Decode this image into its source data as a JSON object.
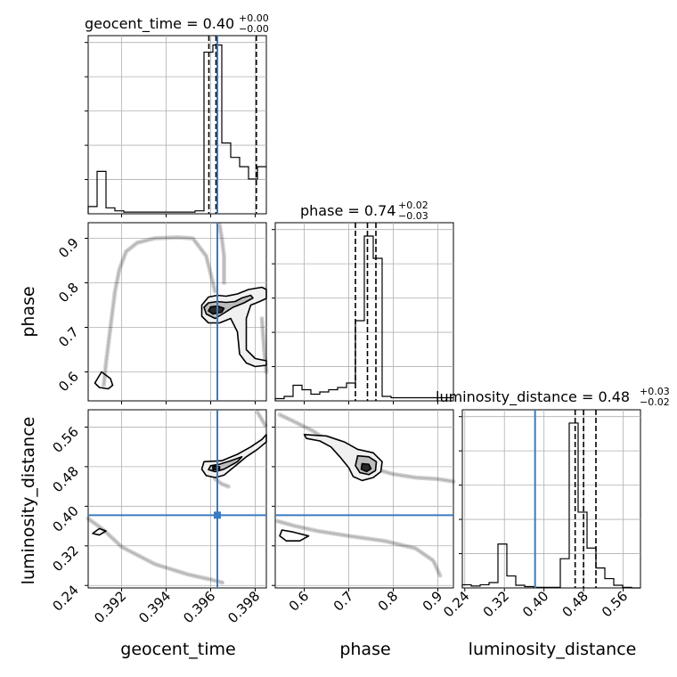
{
  "chart_data": {
    "type": "corner",
    "parameters": [
      "geocent_time",
      "phase",
      "luminosity_distance"
    ],
    "truths": {
      "geocent_time": 0.3963,
      "phase": null,
      "luminosity_distance": 0.382
    },
    "truth_color": "#3b7bbf",
    "titles": [
      {
        "param": "geocent_time",
        "text": "geocent_time = 0.40",
        "plus": "+0.00",
        "minus": "−0.00"
      },
      {
        "param": "phase",
        "text": "phase = 0.74",
        "plus": "+0.02",
        "minus": "−0.03"
      },
      {
        "param": "luminosity_distance",
        "text": "luminosity_distance = 0.48",
        "plus": "+0.03",
        "minus": "−0.02"
      }
    ],
    "axes": {
      "geocent_time": {
        "range": [
          0.3905,
          0.3985
        ],
        "ticks": [
          0.392,
          0.394,
          0.396,
          0.398
        ],
        "tick_labels": [
          "0.392",
          "0.394",
          "0.396",
          "0.398"
        ],
        "label": "geocent_time"
      },
      "phase": {
        "range": [
          0.535,
          0.935
        ],
        "ticks": [
          0.6,
          0.7,
          0.8,
          0.9
        ],
        "tick_labels": [
          "0.6",
          "0.7",
          "0.8",
          "0.9"
        ],
        "label": "phase"
      },
      "luminosity_distance": {
        "range": [
          0.235,
          0.595
        ],
        "ticks": [
          0.24,
          0.32,
          0.4,
          0.48,
          0.56
        ],
        "tick_labels": [
          "0.24",
          "0.32",
          "0.40",
          "0.48",
          "0.56"
        ],
        "label": "luminosity_distance"
      }
    },
    "histograms": [
      {
        "param": "geocent_time",
        "bin_edges": [
          0.3905,
          0.3909,
          0.3913,
          0.3917,
          0.3921,
          0.3925,
          0.3929,
          0.3933,
          0.3937,
          0.3941,
          0.3945,
          0.3949,
          0.3953,
          0.3957,
          0.3961,
          0.3965,
          0.3969,
          0.3973,
          0.3977,
          0.3981,
          0.3985
        ],
        "counts": [
          0.17,
          1.0,
          0.14,
          0.07,
          0.04,
          0.04,
          0.04,
          0.04,
          0.04,
          0.04,
          0.04,
          0.04,
          0.07,
          3.81,
          3.98,
          1.67,
          1.33,
          1.11,
          0.82,
          1.11
        ],
        "ylim": [
          0,
          4.2
        ],
        "quantiles": [
          0.39592,
          0.39624,
          0.39805
        ]
      },
      {
        "param": "phase",
        "bin_edges": [
          0.535,
          0.555,
          0.575,
          0.595,
          0.615,
          0.635,
          0.655,
          0.675,
          0.695,
          0.715,
          0.735,
          0.755,
          0.775,
          0.795,
          0.815,
          0.835,
          0.855,
          0.875,
          0.895,
          0.915,
          0.935
        ],
        "counts": [
          0.05,
          0.1,
          0.35,
          0.25,
          0.15,
          0.2,
          0.25,
          0.3,
          0.4,
          1.8,
          3.7,
          3.2,
          0.1,
          0.07,
          0.07,
          0.07,
          0.07,
          0.07,
          0.07,
          0.07
        ],
        "ylim": [
          0,
          4.0
        ],
        "quantiles": [
          0.715,
          0.742,
          0.761
        ]
      },
      {
        "param": "luminosity_distance",
        "bin_edges": [
          0.235,
          0.253,
          0.271,
          0.289,
          0.307,
          0.325,
          0.343,
          0.361,
          0.379,
          0.397,
          0.415,
          0.433,
          0.451,
          0.469,
          0.487,
          0.505,
          0.523,
          0.541,
          0.559,
          0.577,
          0.595
        ],
        "counts": [
          0.12,
          0.07,
          0.12,
          0.2,
          1.65,
          0.45,
          0.1,
          0.05,
          0.02,
          0.02,
          0.02,
          1.1,
          6.2,
          2.85,
          1.5,
          0.75,
          0.35,
          0.1,
          0.02,
          0.0
        ],
        "ylim": [
          0,
          6.7
        ],
        "quantiles": [
          0.463,
          0.48,
          0.505
        ]
      }
    ],
    "scatter_traces": [
      {
        "pair": [
          "geocent_time",
          "phase"
        ],
        "paths": [
          [
            [
              0.3912,
              0.57
            ],
            [
              0.3913,
              0.62
            ],
            [
              0.3915,
              0.7
            ],
            [
              0.3917,
              0.78
            ],
            [
              0.3919,
              0.83
            ],
            [
              0.3922,
              0.87
            ],
            [
              0.3927,
              0.89
            ],
            [
              0.3935,
              0.9
            ],
            [
              0.3945,
              0.902
            ],
            [
              0.3952,
              0.9
            ],
            [
              0.3958,
              0.86
            ],
            [
              0.396,
              0.82
            ],
            [
              0.3962,
              0.78
            ]
          ],
          [
            [
              0.3964,
              0.93
            ],
            [
              0.3965,
              0.9
            ],
            [
              0.3966,
              0.86
            ],
            [
              0.3966,
              0.8
            ]
          ],
          [
            [
              0.3983,
              0.72
            ],
            [
              0.3984,
              0.65
            ],
            [
              0.3985,
              0.6
            ]
          ]
        ]
      },
      {
        "pair": [
          "geocent_time",
          "luminosity_distance"
        ],
        "paths": [
          [
            [
              0.3905,
              0.375
            ],
            [
              0.3912,
              0.352
            ],
            [
              0.392,
              0.318
            ],
            [
              0.3935,
              0.283
            ],
            [
              0.395,
              0.262
            ],
            [
              0.396,
              0.252
            ],
            [
              0.3966,
              0.245
            ]
          ],
          [
            [
              0.3962,
              0.455
            ],
            [
              0.3965,
              0.445
            ],
            [
              0.3968,
              0.44
            ]
          ],
          [
            [
              0.3981,
              0.59
            ],
            [
              0.3983,
              0.575
            ],
            [
              0.3985,
              0.56
            ]
          ]
        ]
      },
      {
        "pair": [
          "phase",
          "luminosity_distance"
        ],
        "paths": [
          [
            [
              0.545,
              0.585
            ],
            [
              0.58,
              0.57
            ],
            [
              0.62,
              0.552
            ],
            [
              0.66,
              0.528
            ],
            [
              0.69,
              0.505
            ],
            [
              0.72,
              0.485
            ]
          ],
          [
            [
              0.76,
              0.475
            ],
            [
              0.8,
              0.465
            ],
            [
              0.85,
              0.458
            ],
            [
              0.9,
              0.455
            ],
            [
              0.935,
              0.45
            ]
          ],
          [
            [
              0.54,
              0.37
            ],
            [
              0.58,
              0.36
            ],
            [
              0.63,
              0.35
            ],
            [
              0.7,
              0.34
            ],
            [
              0.78,
              0.33
            ],
            [
              0.85,
              0.315
            ],
            [
              0.89,
              0.29
            ],
            [
              0.905,
              0.26
            ]
          ]
        ]
      }
    ],
    "contours": [
      {
        "pair": [
          "geocent_time",
          "phase"
        ],
        "outer": [
          [
            0.3959,
            0.768
          ],
          [
            0.3963,
            0.772
          ],
          [
            0.3967,
            0.77
          ],
          [
            0.3972,
            0.775
          ],
          [
            0.3977,
            0.785
          ],
          [
            0.3983,
            0.79
          ],
          [
            0.3985,
            0.785
          ],
          [
            0.3985,
            0.765
          ],
          [
            0.3982,
            0.758
          ],
          [
            0.3978,
            0.75
          ],
          [
            0.3976,
            0.72
          ],
          [
            0.3976,
            0.65
          ],
          [
            0.398,
            0.63
          ],
          [
            0.3985,
            0.625
          ],
          [
            0.3985,
            0.615
          ],
          [
            0.398,
            0.612
          ],
          [
            0.3976,
            0.62
          ],
          [
            0.3973,
            0.64
          ],
          [
            0.3972,
            0.69
          ],
          [
            0.3969,
            0.72
          ],
          [
            0.3964,
            0.71
          ],
          [
            0.3959,
            0.71
          ],
          [
            0.3956,
            0.725
          ],
          [
            0.3956,
            0.75
          ]
        ],
        "inner": [
          [
            0.3959,
            0.755
          ],
          [
            0.3963,
            0.758
          ],
          [
            0.3967,
            0.756
          ],
          [
            0.3971,
            0.758
          ],
          [
            0.3974,
            0.766
          ],
          [
            0.3978,
            0.772
          ],
          [
            0.3979,
            0.766
          ],
          [
            0.3975,
            0.755
          ],
          [
            0.397,
            0.745
          ],
          [
            0.3966,
            0.732
          ],
          [
            0.3962,
            0.72
          ],
          [
            0.3958,
            0.73
          ],
          [
            0.3957,
            0.745
          ]
        ],
        "core": [
          [
            0.396,
            0.746
          ],
          [
            0.3963,
            0.748
          ],
          [
            0.3966,
            0.743
          ],
          [
            0.3965,
            0.734
          ],
          [
            0.3961,
            0.73
          ],
          [
            0.3959,
            0.737
          ]
        ],
        "secondary": [
          [
            0.3911,
            0.6
          ],
          [
            0.3915,
            0.585
          ],
          [
            0.3916,
            0.57
          ],
          [
            0.3914,
            0.562
          ],
          [
            0.391,
            0.565
          ],
          [
            0.3908,
            0.575
          ]
        ]
      },
      {
        "pair": [
          "geocent_time",
          "luminosity_distance"
        ],
        "outer": [
          [
            0.3957,
            0.49
          ],
          [
            0.3965,
            0.492
          ],
          [
            0.3972,
            0.505
          ],
          [
            0.3978,
            0.52
          ],
          [
            0.3983,
            0.535
          ],
          [
            0.3985,
            0.545
          ],
          [
            0.3985,
            0.53
          ],
          [
            0.3981,
            0.515
          ],
          [
            0.3976,
            0.5
          ],
          [
            0.3972,
            0.485
          ],
          [
            0.3966,
            0.463
          ],
          [
            0.3962,
            0.458
          ],
          [
            0.3958,
            0.462
          ],
          [
            0.3956,
            0.475
          ]
        ],
        "inner": [
          [
            0.396,
            0.482
          ],
          [
            0.3964,
            0.485
          ],
          [
            0.3969,
            0.492
          ],
          [
            0.3974,
            0.5
          ],
          [
            0.3972,
            0.49
          ],
          [
            0.3966,
            0.475
          ],
          [
            0.3962,
            0.47
          ],
          [
            0.3959,
            0.474
          ]
        ],
        "core": [
          [
            0.3961,
            0.481
          ],
          [
            0.3964,
            0.48
          ],
          [
            0.3964,
            0.475
          ],
          [
            0.3961,
            0.474
          ]
        ],
        "secondary": [
          [
            0.3907,
            0.345
          ],
          [
            0.391,
            0.355
          ],
          [
            0.3913,
            0.35
          ],
          [
            0.391,
            0.342
          ]
        ]
      },
      {
        "pair": [
          "phase",
          "luminosity_distance"
        ],
        "outer": [
          [
            0.6,
            0.545
          ],
          [
            0.65,
            0.542
          ],
          [
            0.69,
            0.53
          ],
          [
            0.72,
            0.515
          ],
          [
            0.755,
            0.508
          ],
          [
            0.775,
            0.49
          ],
          [
            0.772,
            0.47
          ],
          [
            0.755,
            0.458
          ],
          [
            0.73,
            0.452
          ],
          [
            0.71,
            0.46
          ],
          [
            0.7,
            0.478
          ],
          [
            0.68,
            0.5
          ],
          [
            0.66,
            0.52
          ],
          [
            0.635,
            0.532
          ],
          [
            0.605,
            0.537
          ]
        ],
        "inner": [
          [
            0.72,
            0.502
          ],
          [
            0.745,
            0.5
          ],
          [
            0.762,
            0.49
          ],
          [
            0.76,
            0.472
          ],
          [
            0.745,
            0.464
          ],
          [
            0.725,
            0.468
          ],
          [
            0.715,
            0.482
          ]
        ],
        "core": [
          [
            0.73,
            0.486
          ],
          [
            0.745,
            0.485
          ],
          [
            0.75,
            0.476
          ],
          [
            0.74,
            0.47
          ],
          [
            0.728,
            0.475
          ]
        ],
        "secondary": [
          [
            0.55,
            0.352
          ],
          [
            0.575,
            0.348
          ],
          [
            0.61,
            0.34
          ],
          [
            0.59,
            0.33
          ],
          [
            0.56,
            0.33
          ],
          [
            0.545,
            0.34
          ]
        ]
      }
    ]
  }
}
